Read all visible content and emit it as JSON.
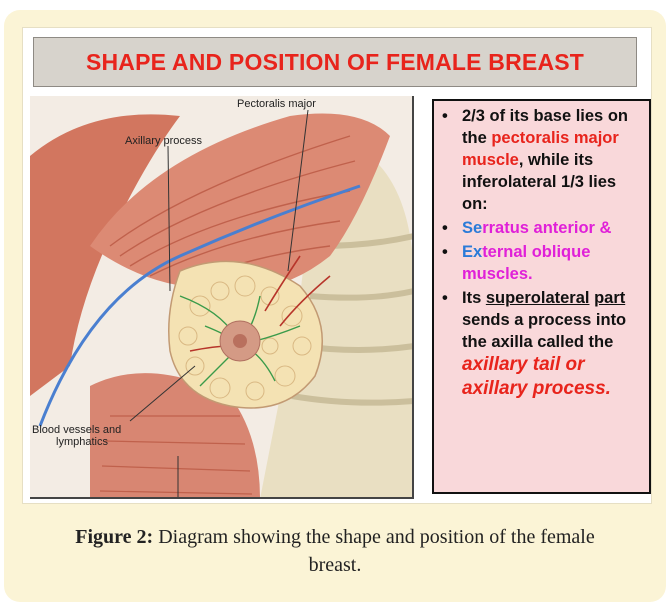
{
  "title": "SHAPE AND POSITION OF FEMALE BREAST",
  "illustration_labels": {
    "pectoralis": "Pectoralis major",
    "axillary": "Axillary process",
    "vessels_line1": "Blood vessels and",
    "vessels_line2": "lymphatics"
  },
  "bullets": {
    "b1_part1": "2/3 of its base lies on the ",
    "b1_red": "pectoralis major muscle",
    "b1_part2": ", while its inferolateral 1/3 lies on:",
    "b2_prefix": "Se",
    "b2_rest": "rratus anterior &",
    "b3_prefix": "Ex",
    "b3_rest": "ternal oblique muscles.",
    "b4_part1": "Its ",
    "b4_u1": "superolateral",
    "b4_u2": "part",
    "b4_part2": " sends a process into the axilla called the ",
    "b4_red": "axillary tail or axillary process."
  },
  "caption": {
    "label": "Figure 2:",
    "text": " Diagram showing the shape and position of the female breast."
  },
  "colors": {
    "title_red": "#e8241c",
    "blue": "#2b7bd8",
    "magenta": "#e020d8",
    "textbox_bg": "#f9d8da",
    "card_bg": "#fbf4d6"
  }
}
